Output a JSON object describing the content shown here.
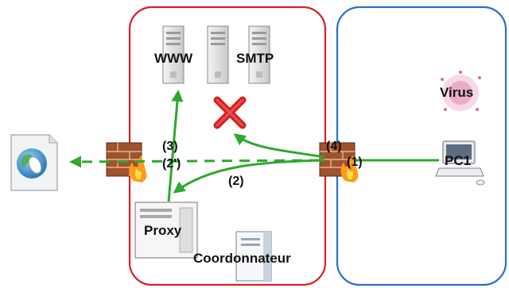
{
  "zones": {
    "internal": {
      "color": "#d8202a"
    },
    "external": {
      "color": "#2a6fc9"
    }
  },
  "nodes": {
    "www": "WWW",
    "smtp": "SMTP",
    "proxy": "Proxy",
    "coordinator": "Coordonnateur",
    "pc": "PC1",
    "virus": "Virus"
  },
  "steps": {
    "s1": "(1)",
    "s2": "(2)",
    "s2p": "(2')",
    "s3": "(3)",
    "s4": "(4)"
  },
  "colors": {
    "flow": "#2ea82e",
    "blocked": "#d42020",
    "firewall_brick": "#a0522d",
    "virus": "#d96ba0"
  },
  "icons": {
    "internet": "globe-mouse-icon",
    "firewall": "firewall-icon",
    "server": "server-icon",
    "blocked": "blocked-x-icon",
    "pc": "computer-icon",
    "virus": "virus-icon"
  }
}
